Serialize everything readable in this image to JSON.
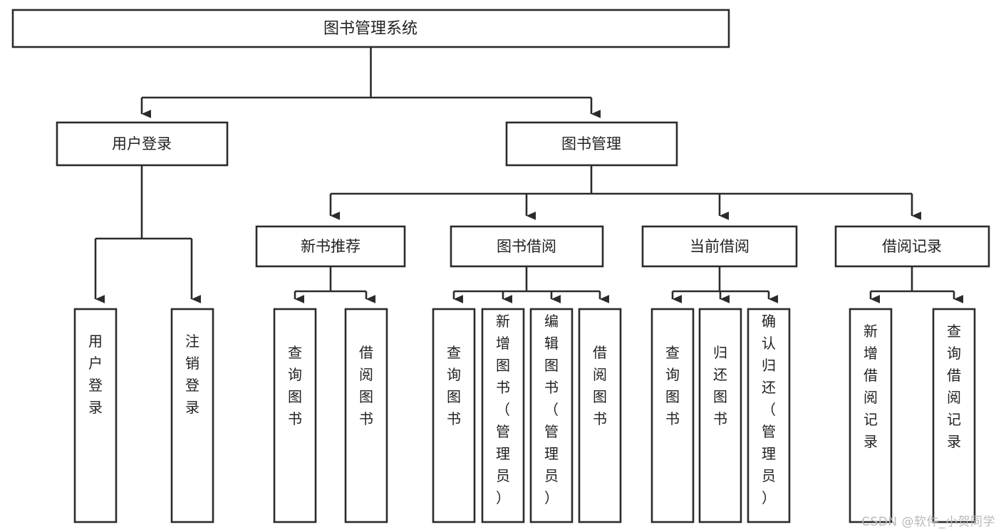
{
  "diagram": {
    "type": "tree-hierarchy-chart",
    "title": "图书管理系统",
    "watermark": "CSDN @软件_小贺同学",
    "colors": {
      "stroke": "#2b2b2b",
      "box_fill": "#ffffff",
      "text": "#222222",
      "background": "#ffffff",
      "watermark": "#b9b9b9"
    },
    "nodes": {
      "root": {
        "label": "图书管理系统",
        "level": 1
      },
      "level2": [
        {
          "id": "user-login",
          "label": "用户登录"
        },
        {
          "id": "book-management",
          "label": "图书管理"
        }
      ],
      "level3": [
        {
          "id": "new-book-recommend",
          "label": "新书推荐",
          "parent": "book-management"
        },
        {
          "id": "book-borrow",
          "label": "图书借阅",
          "parent": "book-management"
        },
        {
          "id": "current-borrow",
          "label": "当前借阅",
          "parent": "book-management"
        },
        {
          "id": "borrow-record",
          "label": "借阅记录",
          "parent": "book-management"
        }
      ],
      "leaves": [
        {
          "id": "leaf-user-login",
          "label": "用户登录",
          "parent": "user-login"
        },
        {
          "id": "leaf-logout-login",
          "label": "注销登录",
          "parent": "user-login"
        },
        {
          "id": "leaf-query-book-1",
          "label": "查询图书",
          "parent": "new-book-recommend"
        },
        {
          "id": "leaf-borrow-book-1",
          "label": "借阅图书",
          "parent": "new-book-recommend"
        },
        {
          "id": "leaf-query-book-2",
          "label": "查询图书",
          "parent": "book-borrow"
        },
        {
          "id": "leaf-add-book",
          "label": "新增图书（管理员）",
          "parent": "book-borrow"
        },
        {
          "id": "leaf-edit-book",
          "label": "编辑图书（管理员）",
          "parent": "book-borrow"
        },
        {
          "id": "leaf-borrow-book-2",
          "label": "借阅图书",
          "parent": "book-borrow"
        },
        {
          "id": "leaf-query-book-3",
          "label": "查询图书",
          "parent": "current-borrow"
        },
        {
          "id": "leaf-return-book",
          "label": "归还图书",
          "parent": "current-borrow"
        },
        {
          "id": "leaf-confirm-return",
          "label": "确认归还（管理员）",
          "parent": "current-borrow"
        },
        {
          "id": "leaf-add-borrow-record",
          "label": "新增借阅记录",
          "parent": "borrow-record"
        },
        {
          "id": "leaf-query-borrow-record",
          "label": "查询借阅记录",
          "parent": "borrow-record"
        }
      ]
    }
  }
}
